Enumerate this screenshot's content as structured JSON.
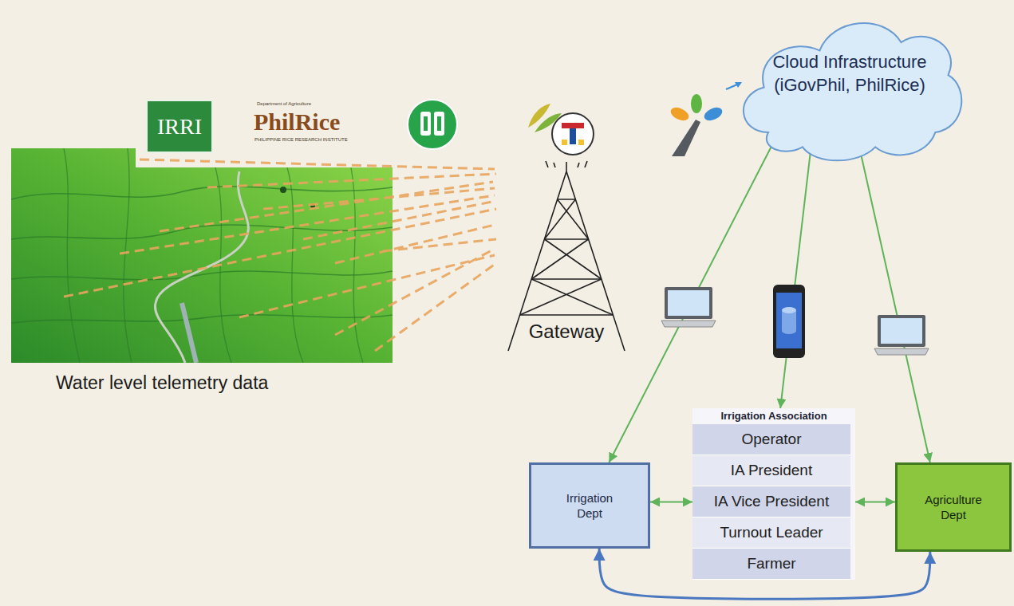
{
  "diagram": {
    "nodes": [
      {
        "text": [
          "Cloud Infrastructure (iGovPhil, PhilRice)"
        ]
      },
      {
        "text": [
          "Irrigation Dept"
        ]
      },
      {
        "text": [
          "Irrigation Association"
        ]
      },
      {
        "text": [
          "Operator"
        ],
        "in": 2
      },
      {
        "text": [
          "IA President"
        ],
        "in": 2
      },
      {
        "text": [
          "IA Vice President"
        ],
        "in": 2
      },
      {
        "text": [
          "Turnout Leader"
        ],
        "in": 2
      },
      {
        "text": [
          "Farmer"
        ],
        "in": 2
      },
      {
        "text": [
          "Agriculture Dept"
        ]
      }
    ],
    "edges": [
      {
        "from": 0,
        "to": 1,
        "arrow": "to"
      },
      {
        "from": 0,
        "to": 2,
        "arrow": "to"
      },
      {
        "from": 0,
        "to": 8,
        "arrow": "to"
      },
      {
        "from": 1,
        "to": 2,
        "arrow": "both"
      },
      {
        "from": 2,
        "to": 8,
        "arrow": "both"
      },
      {
        "from": 1,
        "to": 8,
        "arrow": "both"
      }
    ],
    "labels": [
      "IRRI",
      "Department of Agriculture",
      "PhilRice",
      "PHILIPPINE RICE RESEARCH INSTITUTE",
      "Gateway",
      "Water level telemetry data"
    ]
  }
}
